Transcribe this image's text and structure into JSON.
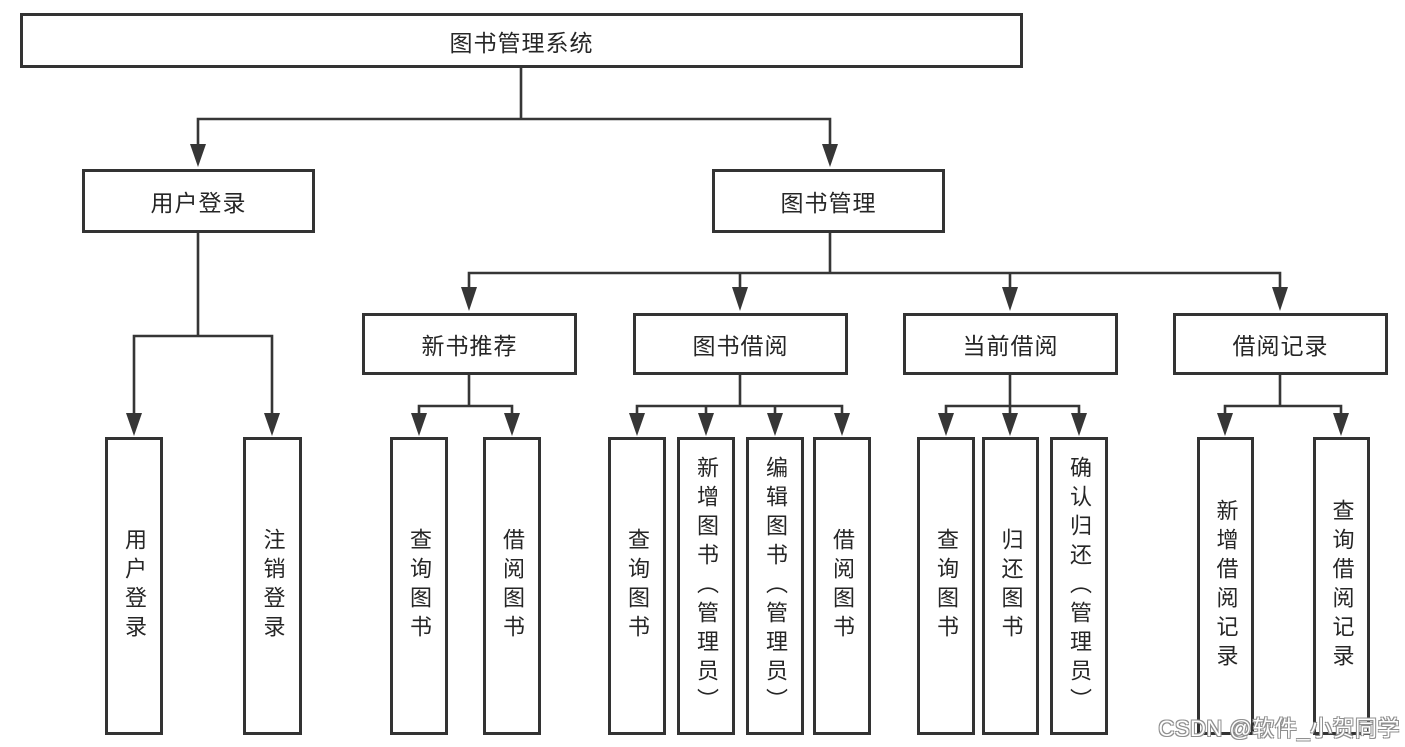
{
  "tree": {
    "root": {
      "label": "图书管理系统"
    },
    "branches": [
      {
        "label": "用户登录",
        "children": [
          {
            "label": "用户登录"
          },
          {
            "label": "注销登录"
          }
        ]
      },
      {
        "label": "图书管理",
        "groups": [
          {
            "label": "新书推荐",
            "children": [
              {
                "label": "查询图书"
              },
              {
                "label": "借阅图书"
              }
            ]
          },
          {
            "label": "图书借阅",
            "children": [
              {
                "label": "查询图书"
              },
              {
                "label": "新增图书（管理员）"
              },
              {
                "label": "编辑图书（管理员）"
              },
              {
                "label": "借阅图书"
              }
            ]
          },
          {
            "label": "当前借阅",
            "children": [
              {
                "label": "查询图书"
              },
              {
                "label": "归还图书"
              },
              {
                "label": "确认归还（管理员）"
              }
            ]
          },
          {
            "label": "借阅记录",
            "children": [
              {
                "label": "新增借阅记录"
              },
              {
                "label": "查询借阅记录"
              }
            ]
          }
        ]
      }
    ]
  },
  "watermark": {
    "text": "CSDN @软件_小贺同学"
  },
  "colors": {
    "line": "#363636",
    "border": "#333333",
    "text": "#262626",
    "background": "#ffffff",
    "watermark_fill": "#ffffff",
    "watermark_outline": "#8f8f8f"
  }
}
